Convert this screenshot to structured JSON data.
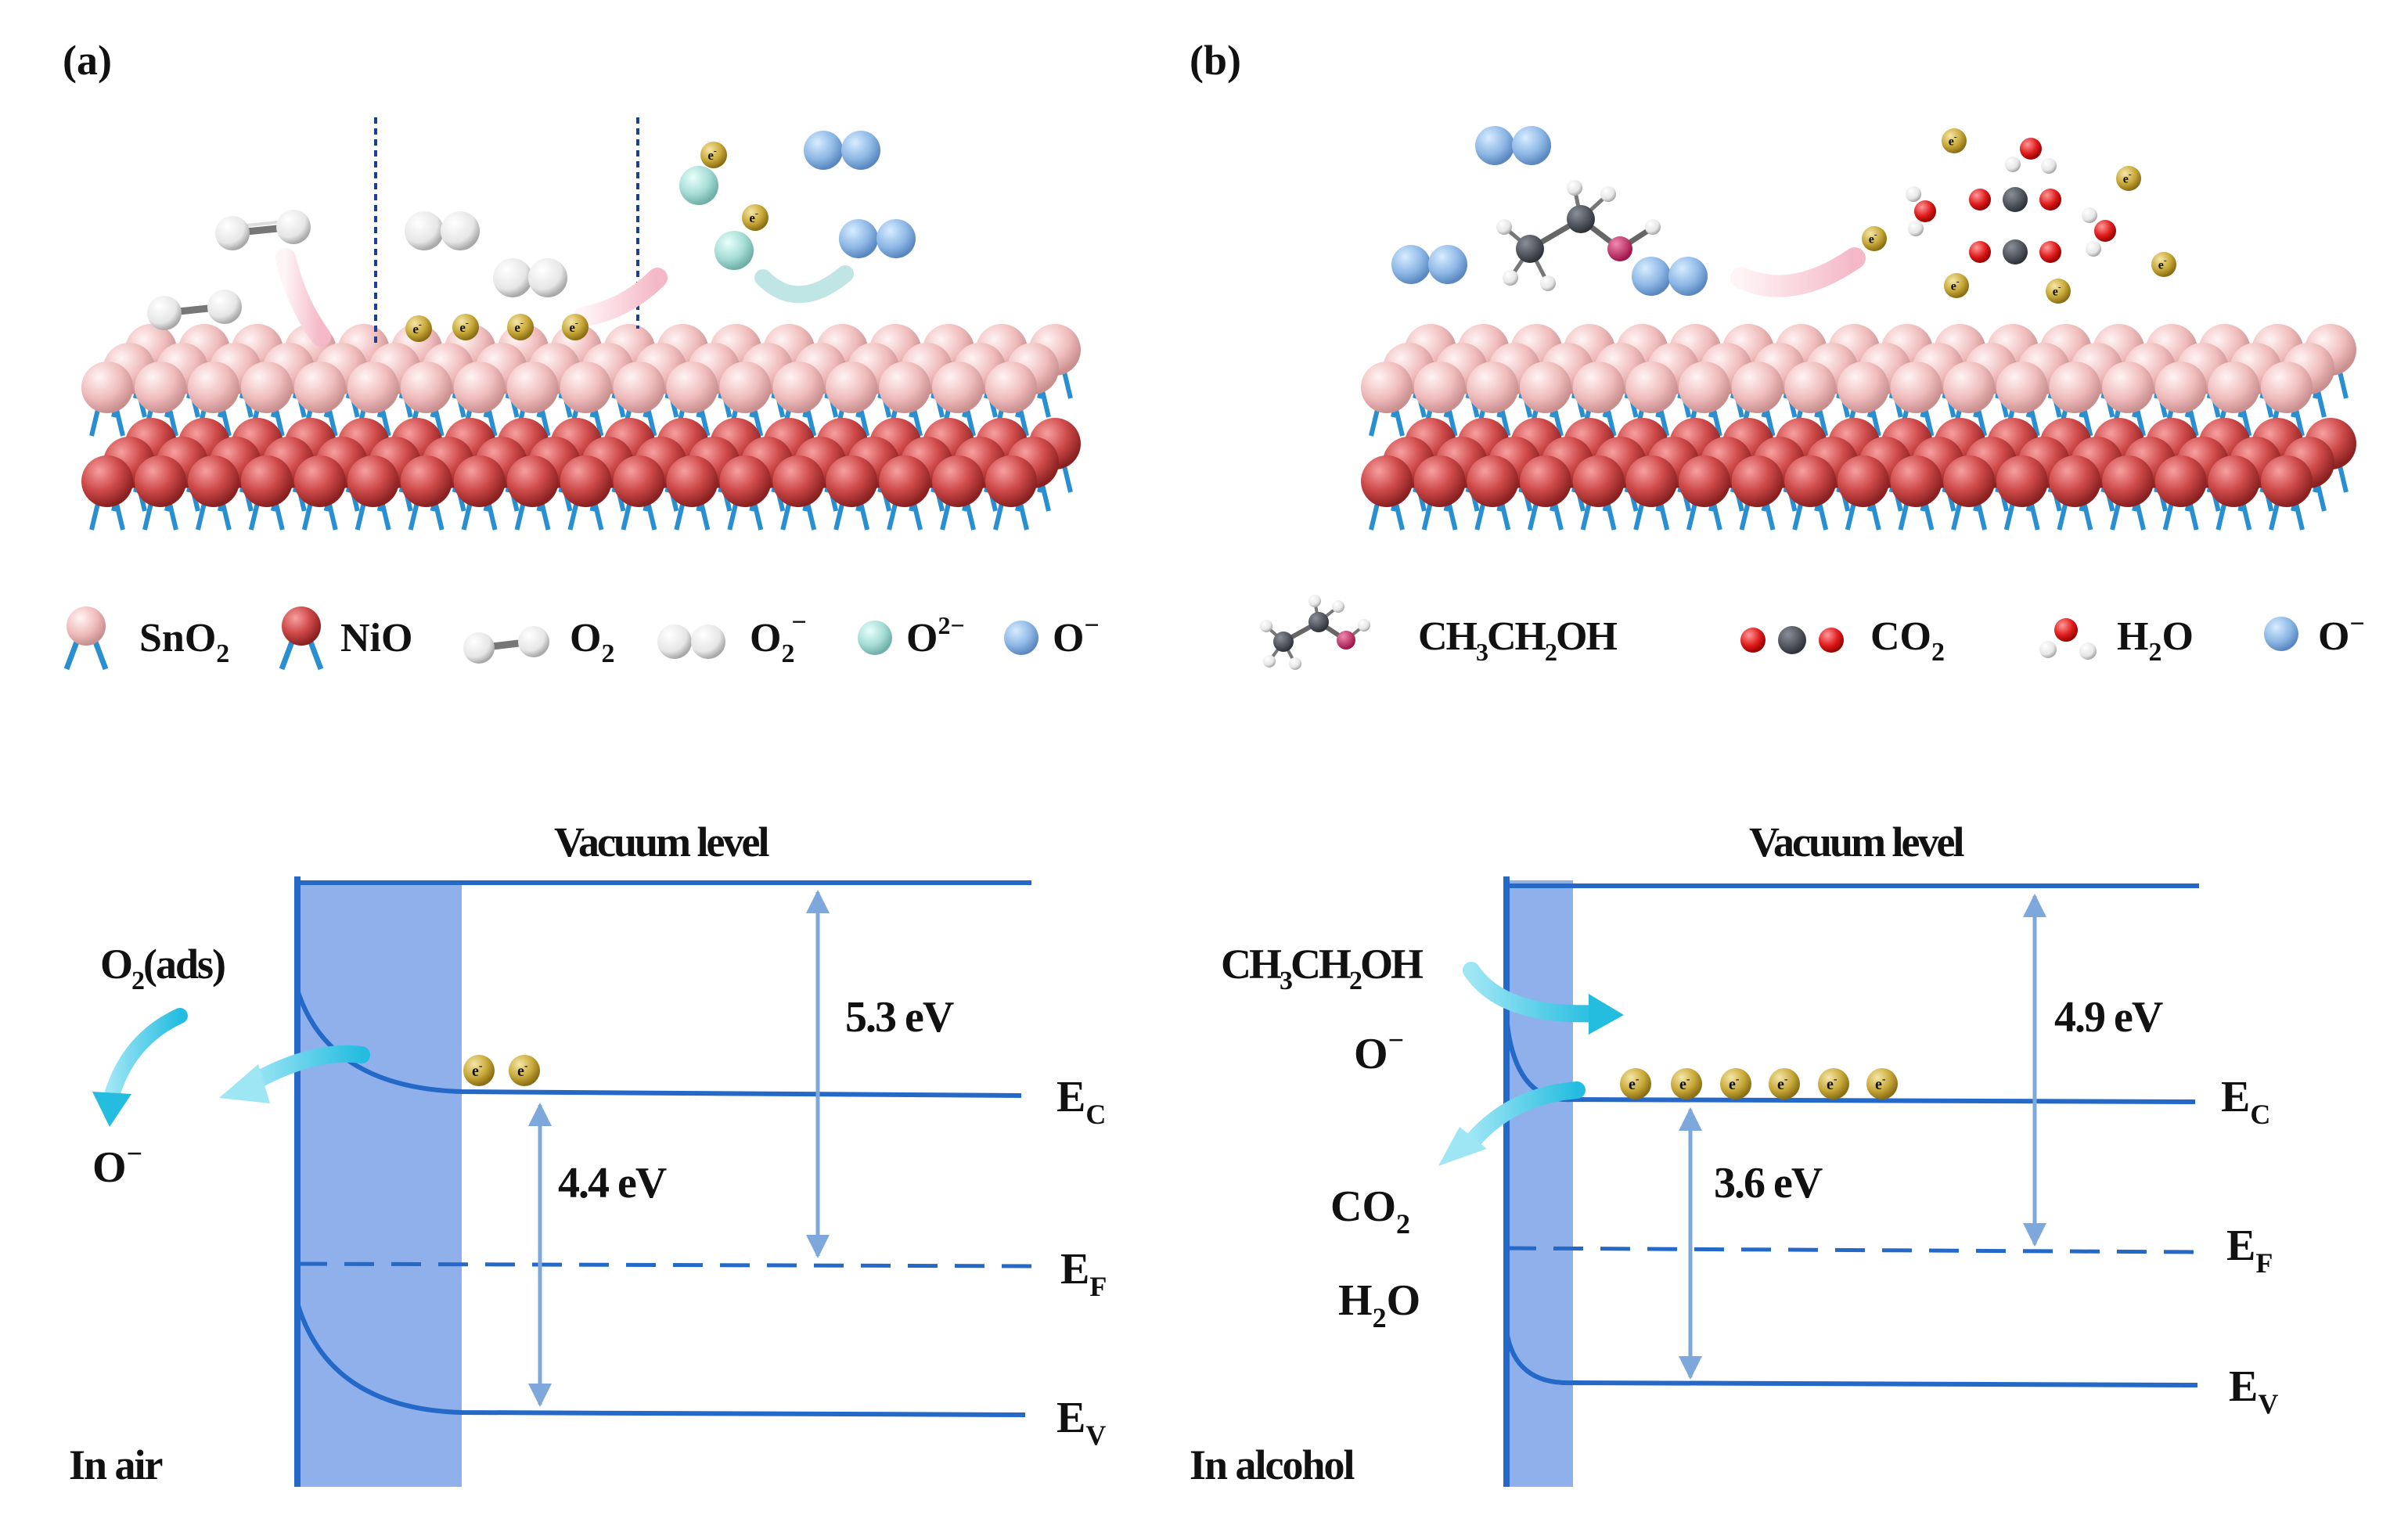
{
  "panels": {
    "a": {
      "label": "(a)",
      "condition": "In air",
      "vacuum_level": "Vacuum level",
      "barrier": "5.3 eV",
      "gap": "4.4 eV",
      "adsorbate_base": "O",
      "adsorbate_sub": "2",
      "adsorbate_suffix": "(ads)",
      "ion_base": "O",
      "ion_sup": "−"
    },
    "b": {
      "label": "(b)",
      "condition": "In alcohol",
      "vacuum_level": "Vacuum level",
      "barrier": "4.9 eV",
      "gap": "3.6 eV",
      "ion_base": "O",
      "ion_sup": "−",
      "co2_base": "CO",
      "co2_sub": "2",
      "h2o_h": "H",
      "h2o_sub": "2",
      "h2o_o": "O",
      "ethanol": {
        "p1": "CH",
        "s1": "3",
        "p2": "CH",
        "s2": "2",
        "p3": "OH"
      }
    }
  },
  "levels": {
    "ec_base": "E",
    "ec_sub": "C",
    "ef_base": "E",
    "ef_sub": "F",
    "ev_base": "E",
    "ev_sub": "V"
  },
  "electron": {
    "symbol": "e",
    "sup": "-"
  },
  "legend_a": {
    "sno2_base": "SnO",
    "sno2_sub": "2",
    "nio": "NiO",
    "o2_base": "O",
    "o2_sub": "2",
    "o2m_base": "O",
    "o2m_sub": "2",
    "o2m_sup": "−",
    "o2dm_base": "O",
    "o2dm_sup": "2−",
    "om_base": "O",
    "om_sup": "−"
  },
  "legend_b": {
    "ethanol": {
      "p1": "CH",
      "s1": "3",
      "p2": "CH",
      "s2": "2",
      "p3": "OH"
    },
    "co2_base": "CO",
    "co2_sub": "2",
    "h2o_h": "H",
    "h2o_sub": "2",
    "h2o_o": "O",
    "om_base": "O",
    "om_sup": "−"
  },
  "colors": {
    "band_line": "#2469c8",
    "depletion": "#8fb0ea",
    "sno2": "#f0bcbc",
    "nio": "#cf4a4a",
    "electron": "#c8a93a",
    "o_minus": "#8fb9e6",
    "o2_2minus": "#a6ddd6"
  }
}
